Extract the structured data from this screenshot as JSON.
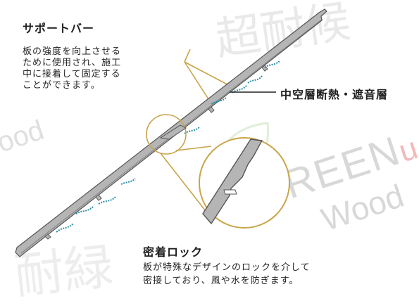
{
  "callouts": {
    "support_bar": {
      "title": "サポートバー",
      "body": "板の強度を向上させる\nために使用され、施工\n中に接着して固定する\nことができます。"
    },
    "insulation": {
      "title": "中空層断熱・遮音層"
    },
    "lock": {
      "title": "密着ロック",
      "body": "板が特殊なデザインのロックを介して\n密接しており、風や水を防ぎます。"
    }
  },
  "watermark": {
    "brand": "GREEN",
    "brand_accent": "u",
    "sub": "Wood",
    "sub_left": "ood",
    "kanji_top": "超耐候",
    "kanji_bottom": "耐緑",
    "brand_color": "#d9d9d9",
    "accent_color": "#f2b8b8"
  },
  "colors": {
    "board_fill": "#b5b5b5",
    "board_stroke": "#555555",
    "leader": "#c9a44a",
    "leader_line": "#222222",
    "foam": "#2a8ea8"
  }
}
